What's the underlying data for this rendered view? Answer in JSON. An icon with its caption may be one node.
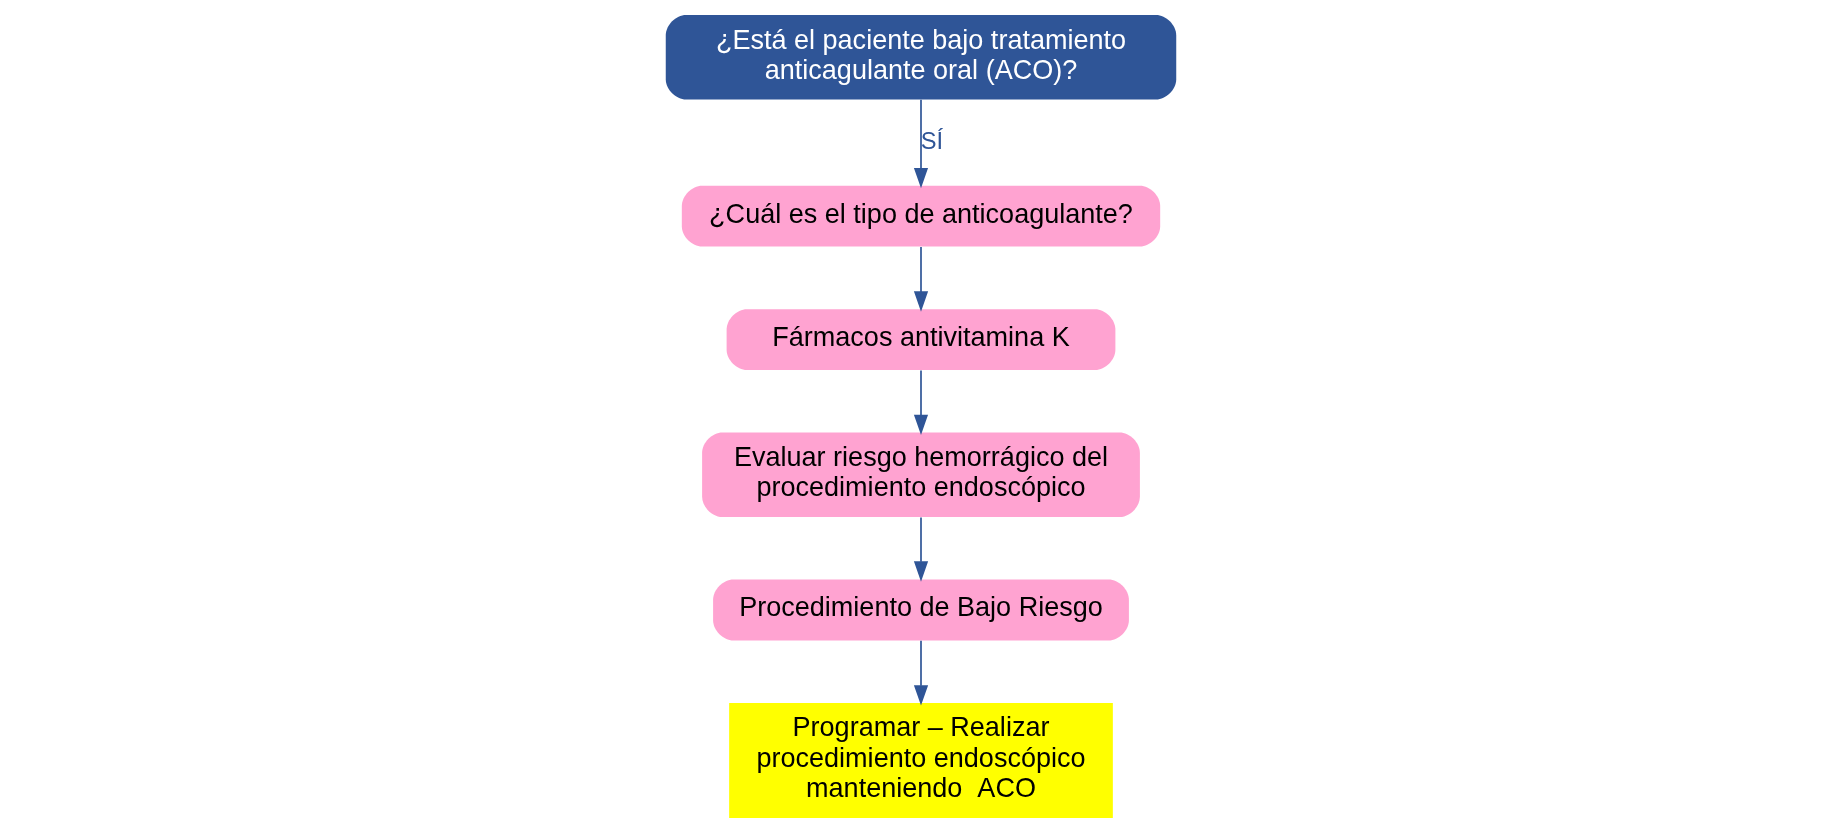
{
  "diagram": {
    "nodes": [
      {
        "text": [
          "¿Está el paciente bajo tratamiento anticagulante oral (ACO)?"
        ]
      },
      {
        "text": [
          "¿Cuál es el tipo de anticoagulante?"
        ]
      },
      {
        "text": [
          "Fármacos antivitamina K"
        ]
      },
      {
        "text": [
          "Evaluar riesgo hemorrágico del procedimiento endoscópico"
        ]
      },
      {
        "text": [
          "Procedimiento de Bajo Riesgo"
        ]
      },
      {
        "text": [
          "Programar – Realizar procedimiento endoscópico manteniendo  ACO"
        ]
      }
    ],
    "edges": [
      {
        "from": 0,
        "to": 1,
        "arrow": "to",
        "label": "SÍ"
      },
      {
        "from": 1,
        "to": 2,
        "arrow": "to"
      },
      {
        "from": 2,
        "to": 3,
        "arrow": "to"
      },
      {
        "from": 3,
        "to": 4,
        "arrow": "to"
      },
      {
        "from": 4,
        "to": 5,
        "arrow": "to"
      }
    ]
  }
}
